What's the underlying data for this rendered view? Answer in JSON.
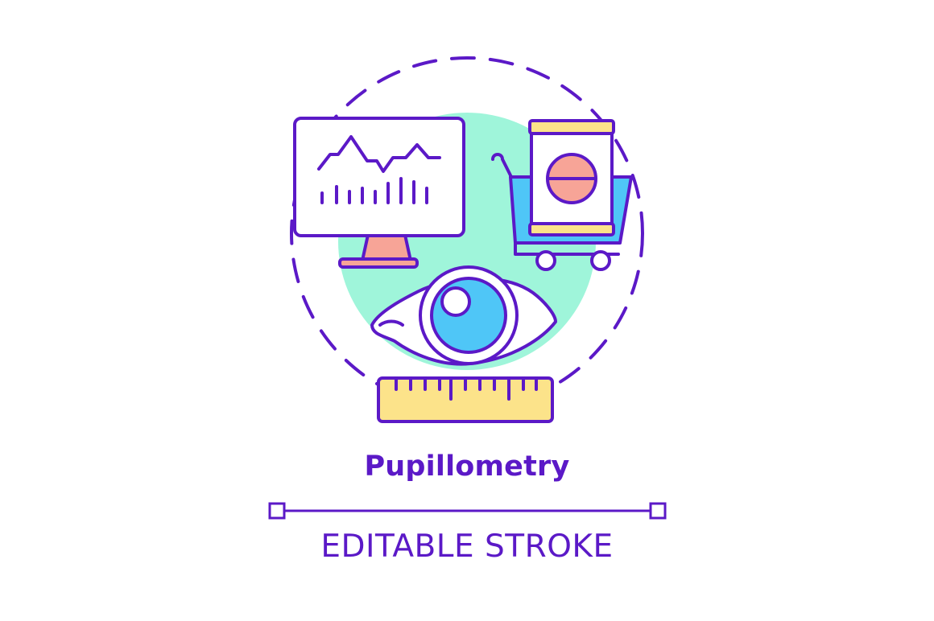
{
  "title": "Pupillometry",
  "caption": "EDITABLE STROKE",
  "colors": {
    "ink": "#5b19c7",
    "mint": "#9ff5da",
    "blue": "#4fc6f7",
    "pink": "#f7a497",
    "yellow": "#fce38a",
    "white": "#ffffff"
  },
  "icons": {
    "monitor": "chart-monitor-icon",
    "cart": "shopping-cart-icon",
    "package": "product-package-icon",
    "eye": "eye-icon",
    "ruler": "ruler-icon",
    "frame": "dashed-circle-frame"
  }
}
